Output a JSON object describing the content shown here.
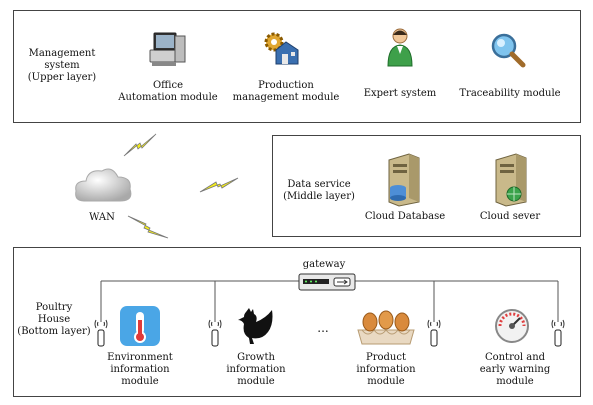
{
  "upper": {
    "layer_label": "Management\nsystem\n(Upper layer)",
    "modules": [
      {
        "label": "Office\nAutomation module",
        "icon": "computer-icon"
      },
      {
        "label": "Production\nmanagement module",
        "icon": "factory-gear-icon"
      },
      {
        "label": "Expert system",
        "icon": "expert-person-icon"
      },
      {
        "label": "Traceability module",
        "icon": "magnifier-icon"
      }
    ]
  },
  "network": {
    "wan_label": "WAN",
    "icons": [
      "cloud-icon",
      "lightning-icon"
    ]
  },
  "middle": {
    "layer_label": "Data service\n(Middle layer)",
    "items": [
      {
        "label": "Cloud Database",
        "icon": "database-server-icon"
      },
      {
        "label": "Cloud sever",
        "icon": "web-server-icon"
      }
    ]
  },
  "bottom": {
    "layer_label": "Poultry\nHouse\n(Bottom layer)",
    "gateway_label": "gateway",
    "ellipsis": "...",
    "modules": [
      {
        "label": "Environment\ninformation\nmodule",
        "icon": "thermometer-icon"
      },
      {
        "label": "Growth\ninformation\nmodule",
        "icon": "chicken-icon"
      },
      {
        "label": "Product\ninformation\nmodule",
        "icon": "eggs-icon"
      },
      {
        "label": "Control and\nearly warning\nmodule",
        "icon": "gauge-icon"
      }
    ]
  }
}
